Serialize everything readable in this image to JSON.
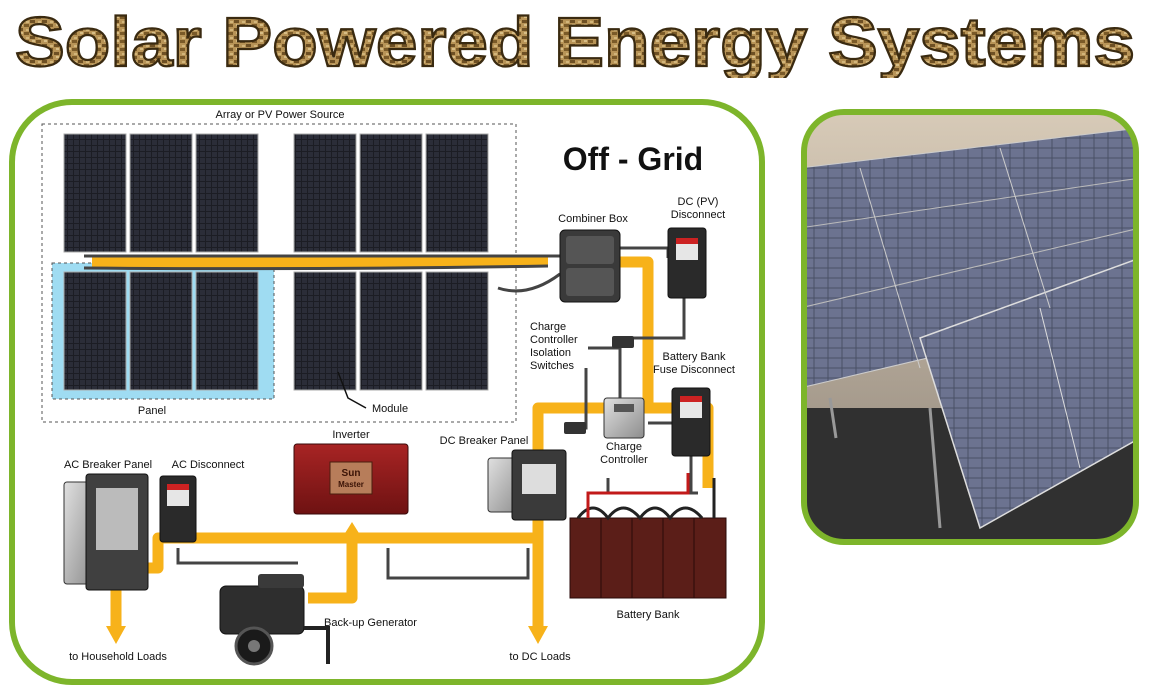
{
  "title": "Solar Powered Energy Systems",
  "diagram": {
    "heading": "Off - Grid",
    "labels": {
      "array": "Array or PV Power Source",
      "panel": "Panel",
      "module": "Module",
      "combiner": "Combiner Box",
      "dc_disconnect_1": "DC (PV)",
      "dc_disconnect_2": "Disconnect",
      "charge_iso_1": "Charge",
      "charge_iso_2": "Controller",
      "charge_iso_3": "Isolation",
      "charge_iso_4": "Switches",
      "battery_fuse_1": "Battery Bank",
      "battery_fuse_2": "Fuse Disconnect",
      "charge_ctrl_1": "Charge",
      "charge_ctrl_2": "Controller",
      "inverter": "Inverter",
      "dc_breaker": "DC  Breaker Panel",
      "ac_breaker": "AC Breaker Panel",
      "ac_disconnect": "AC Disconnect",
      "generator": "Back-up Generator",
      "battery_bank": "Battery Bank",
      "household": "to Household Loads",
      "dc_loads": "to DC Loads",
      "inverter_brand_1": "Sun",
      "inverter_brand_2": "Master"
    }
  },
  "colors": {
    "frame_green": "#7db52b",
    "flow_orange": "#f7b21a",
    "panel_dark": "#1c1d24",
    "battery_red": "#5b1e18",
    "inverter_red": "#8e1b1b",
    "title_brown": "#8a6a32"
  }
}
